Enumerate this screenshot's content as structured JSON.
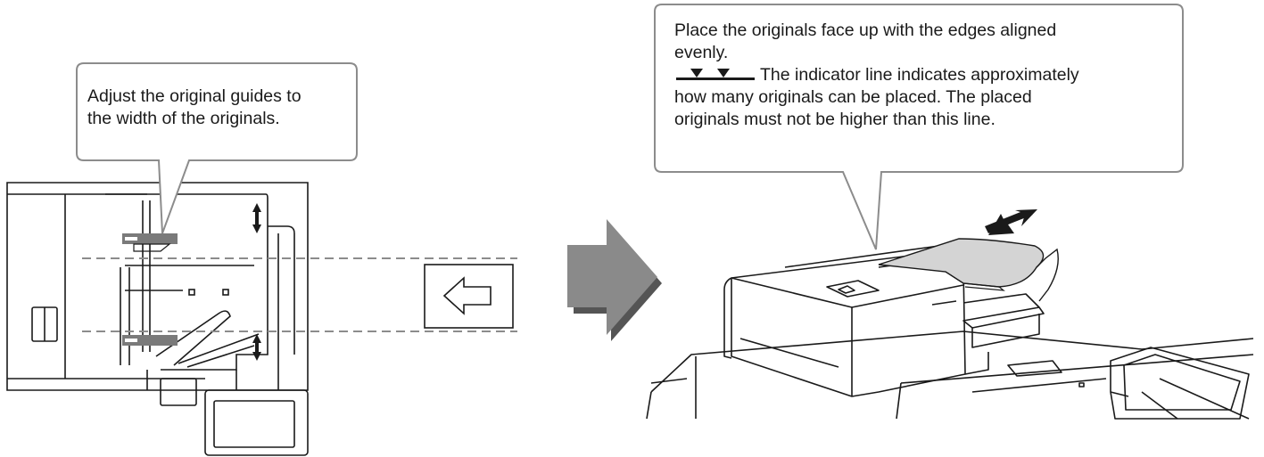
{
  "callout_left": {
    "lines": [
      "Adjust the original guides to",
      "the width of the originals."
    ]
  },
  "callout_right": {
    "line1": "Place the originals face up with the edges aligned",
    "line2": "evenly.",
    "line3": "The indicator line indicates approximately",
    "line4": "how many originals can be placed. The placed",
    "line5": "originals must not be higher than this line."
  },
  "icons": [
    "indicator-line-icon",
    "left-arrow-icon",
    "right-arrow-icon",
    "insert-arrow-icon"
  ],
  "colors": {
    "stroke": "#1a1a1a",
    "callout_border": "#8c8c8c",
    "dashed_line": "#8c8c8c",
    "guide_gray": "#7a7a7a",
    "arrow_gray": "#6b6b6b",
    "paper_gray": "#d4d4d4"
  }
}
